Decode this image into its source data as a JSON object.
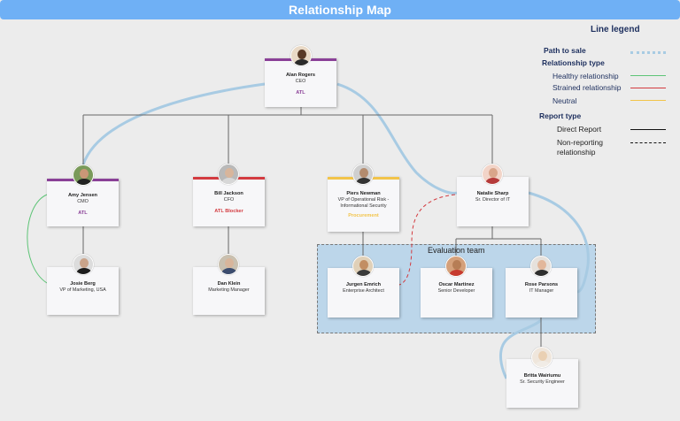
{
  "title": "Relationship Map",
  "legend": {
    "title": "Line legend",
    "path_to_sale": "Path to sale",
    "relationship_type": "Relationship type",
    "healthy": "Healthy relationship",
    "strained": "Strained relationship",
    "neutral": "Neutral",
    "report_type": "Report type",
    "direct": "Direct Report",
    "nonreporting": "Non-reporting relationship"
  },
  "colors": {
    "atl": "#8a4097",
    "blocker": "#d33b40",
    "procurement": "#f2c44a",
    "path": "#a8cbe3",
    "healthy": "#5ec477",
    "strained": "#d33b40",
    "neutral": "#f2c44a"
  },
  "evaluation_team": "Evaluation team",
  "people": {
    "alan": {
      "name": "Alan Rogers",
      "role": "CEO",
      "tag": "ATL"
    },
    "amy": {
      "name": "Amy Jensen",
      "role": "CMO",
      "tag": "ATL"
    },
    "bill": {
      "name": "Bill Jackson",
      "role": "CFO",
      "tag": "ATL Blocker"
    },
    "piers": {
      "name": "Piers Newman",
      "role": "VP of Operational Risk - Informational Security",
      "tag": "Procurement"
    },
    "natalie": {
      "name": "Natalie Sharp",
      "role": "Sr. Director of IT"
    },
    "josie": {
      "name": "Josie Berg",
      "role": "VP of Marketing, USA"
    },
    "dan": {
      "name": "Dan Klein",
      "role": "Marketing Manager"
    },
    "jurgen": {
      "name": "Jurgen Emrich",
      "role": "Enterprise Architect"
    },
    "oscar": {
      "name": "Oscar Martinez",
      "role": "Senior Developer"
    },
    "rose": {
      "name": "Rose Parsons",
      "role": "IT Manager"
    },
    "britta": {
      "name": "Britta Wairiumu",
      "role": "Sr. Security Engineer"
    }
  }
}
